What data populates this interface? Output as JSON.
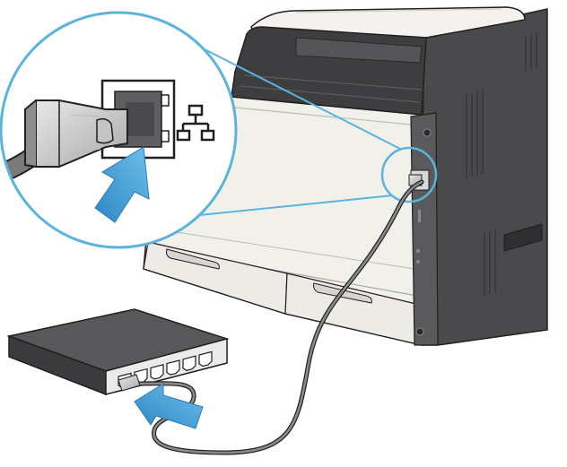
{
  "illustration": {
    "devices": [
      "printer",
      "network-switch"
    ],
    "callout": "magnified-ethernet-port",
    "icons": [
      "ethernet-network-icon",
      "insert-arrow-icon"
    ],
    "colors": {
      "outline": "#231f20",
      "printer_dark": "#4a4a4c",
      "printer_light": "#f1f0eb",
      "switch_top": "#58585a",
      "switch_front": "#ebebeb",
      "cable": "#6b6b6d",
      "callout_ring": "#5bb4dc",
      "arrow_blue": "#3d9ad1"
    },
    "switch_port_count": 6
  }
}
